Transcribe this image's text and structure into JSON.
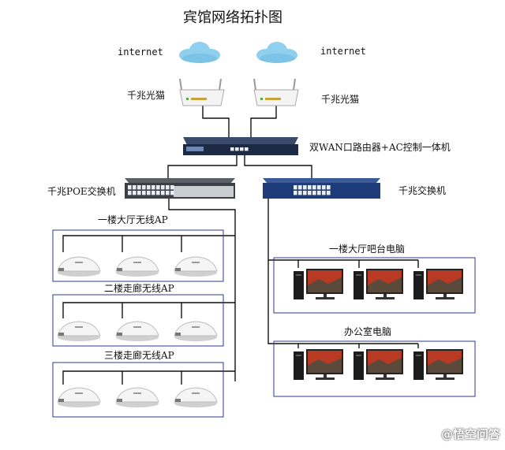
{
  "title": "宾馆网络拓扑图",
  "internet": [
    "internet",
    "internet"
  ],
  "modem_label": [
    "千兆光猫",
    "千兆光猫"
  ],
  "router_label": "双WAN口路由器+AC控制一体机",
  "poe_switch_label": "千兆POE交换机",
  "switch_label": "千兆交换机",
  "ap_groups": [
    {
      "label": "一楼大厅无线AP",
      "count": 3
    },
    {
      "label": "二楼走廊无线AP",
      "count": 3
    },
    {
      "label": "三楼走廊无线AP",
      "count": 3
    }
  ],
  "pc_groups": [
    {
      "label": "一楼大厅吧台电脑",
      "count": 3
    },
    {
      "label": "办公室电脑",
      "count": 3
    }
  ],
  "watermark": "@悟空问答",
  "colors": {
    "group_border": "#2b3a8c",
    "line": "#111111",
    "cloud": "#8fd0ee",
    "poe_switch": "#3c3f44",
    "switch": "#1e3c7a",
    "router": "#1d2a44",
    "port": "#e9eef5"
  }
}
